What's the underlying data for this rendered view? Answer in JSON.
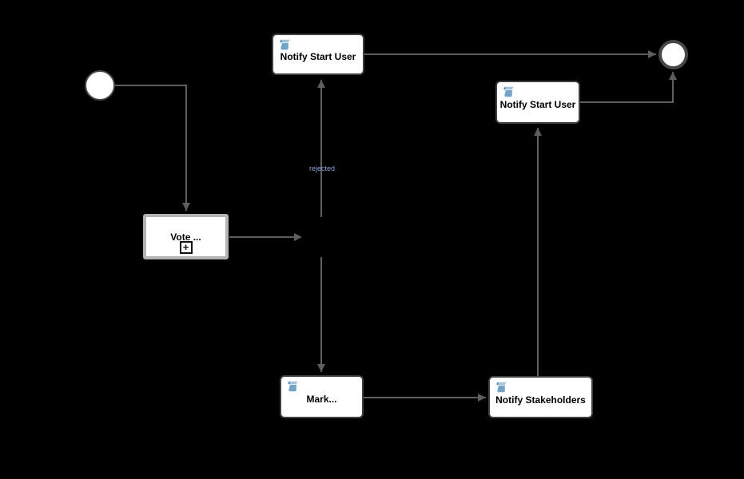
{
  "diagram": {
    "kind": "bpmn-process",
    "background": "#000000",
    "tasks": [
      {
        "id": "notify-start-user-top",
        "label": "Notify Start User",
        "type": "script-task"
      },
      {
        "id": "notify-start-user-right",
        "label": "Notify Start User",
        "type": "script-task"
      },
      {
        "id": "vote",
        "label": "Vote ...",
        "type": "collapsed-subprocess",
        "marker": "+"
      },
      {
        "id": "mark",
        "label": "Mark...",
        "type": "script-task"
      },
      {
        "id": "notify-stakeholders",
        "label": "Notify Stakeholders",
        "type": "script-task"
      }
    ],
    "events": [
      {
        "id": "start",
        "kind": "start-event"
      },
      {
        "id": "end",
        "kind": "end-event"
      }
    ],
    "gateway": {
      "id": "decision",
      "kind": "gateway"
    },
    "flows": [
      {
        "id": "gateway-to-notify-start-user-top",
        "label": "rejected"
      }
    ],
    "colors": {
      "task_fill": "#ffffff",
      "task_border": "#3f3f3f",
      "subprocess_border": "#b3b3b3",
      "connector": "#6b6b6b",
      "arrowhead": "#5e5e5e",
      "script_icon_body": "#72a3c9",
      "script_icon_top": "#a3c3dc",
      "flow_label": "#8ba3d6",
      "label_text": "#000000"
    }
  }
}
